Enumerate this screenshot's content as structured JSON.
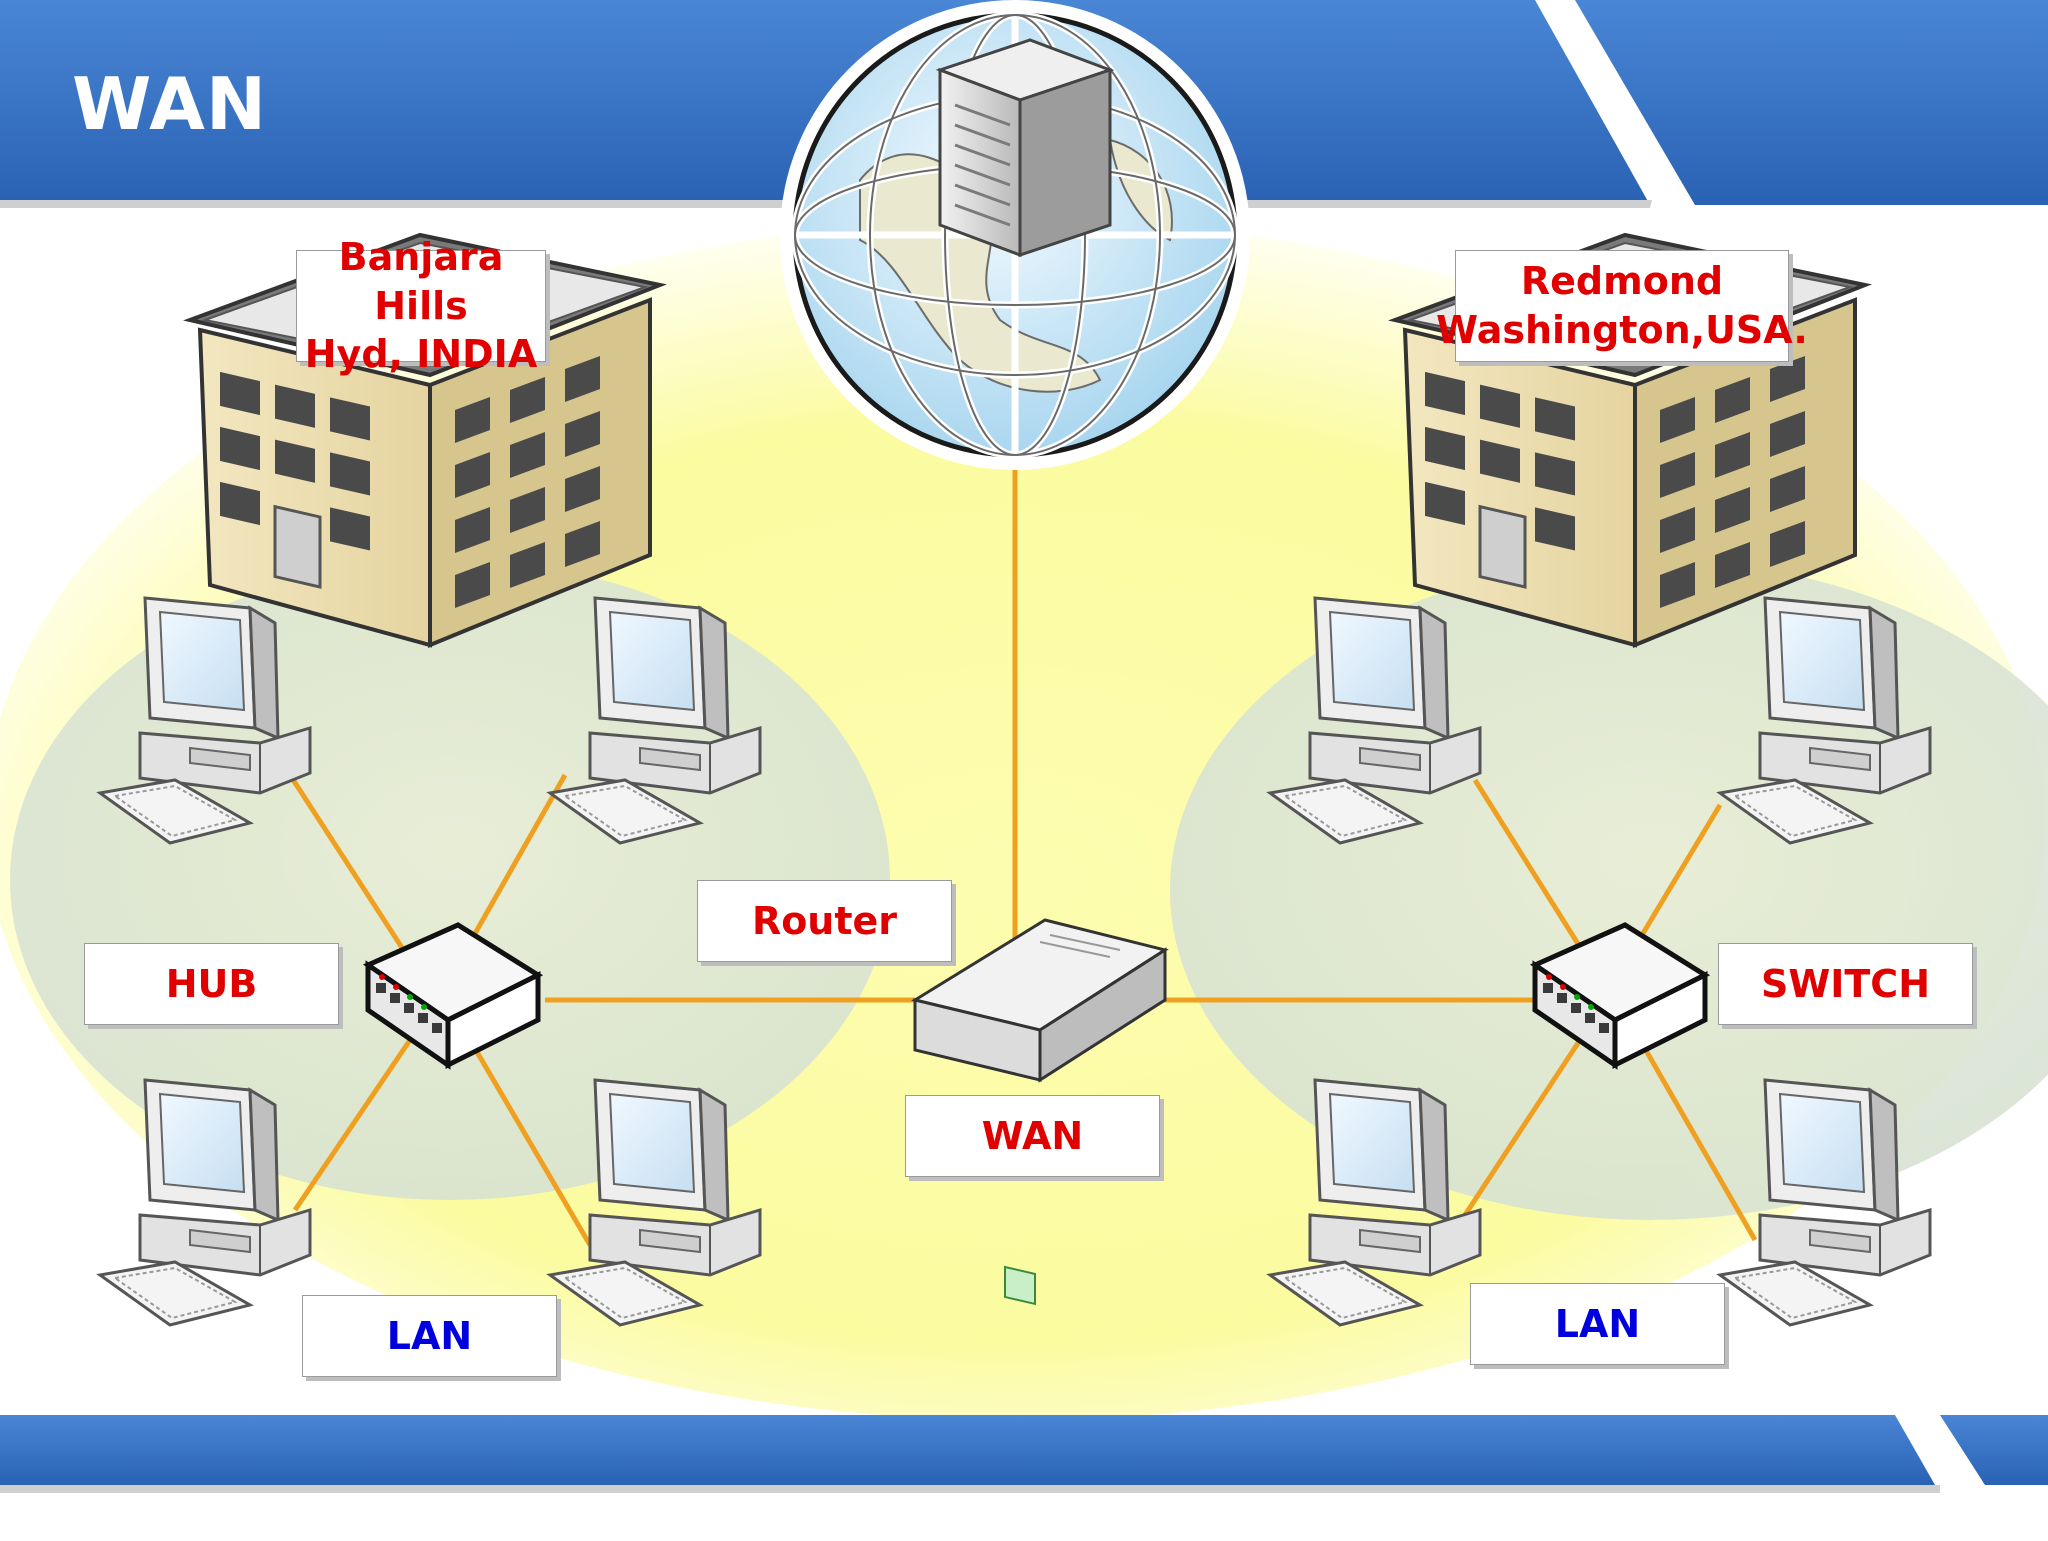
{
  "slide": {
    "title": "WAN"
  },
  "labels": {
    "site_left": [
      "Banjara Hills",
      "Hyd, INDIA"
    ],
    "site_right": [
      "Redmond",
      "Washington,USA."
    ],
    "router": "Router",
    "hub": "HUB",
    "switch": "SWITCH",
    "wan": "WAN",
    "lan_left": "LAN",
    "lan_right": "LAN"
  },
  "icons": {
    "globe_server": "globe-server-icon",
    "building": "office-building-icon",
    "computer": "desktop-computer-icon",
    "hub": "network-hub-icon",
    "switch": "network-switch-icon",
    "router": "router-icon"
  },
  "colors": {
    "banner_blue": "#2f6fc4",
    "link_orange": "#f0a020",
    "label_red": "#e00000",
    "label_blue": "#0000dd",
    "wan_glow": "#fbfba0",
    "lan_area": "#dde6d8"
  }
}
